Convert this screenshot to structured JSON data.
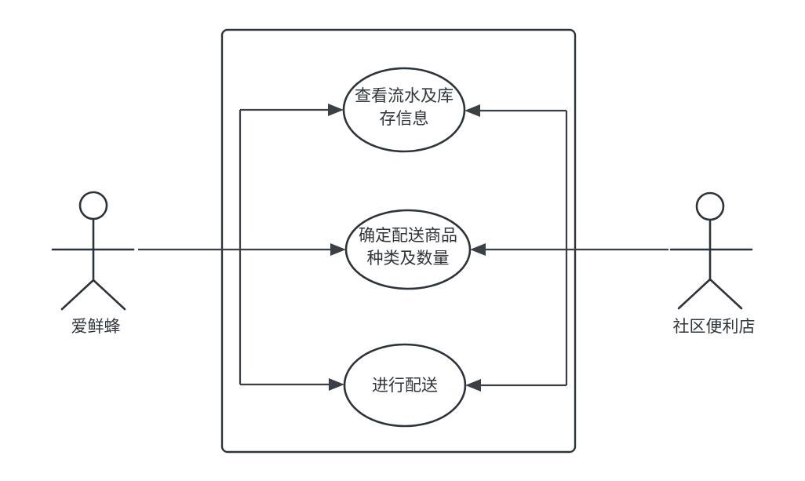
{
  "diagram": {
    "kind": "uml-use-case-diagram",
    "background_color": "#ffffff",
    "shape_stroke_color": "#2d333b",
    "connector_color": "#3a4045",
    "text_color": "#2f353b",
    "actors": {
      "left": {
        "label": "爱鲜蜂"
      },
      "right": {
        "label": "社区便利店"
      }
    },
    "system_boundary": {
      "label": ""
    },
    "use_cases": {
      "top": {
        "label": "查看流水及库存信息",
        "line1": "查看流水及库",
        "line2": "存信息"
      },
      "middle": {
        "label": "确定配送商品种类及数量",
        "line1": "确定配送商品",
        "line2": "种类及数量"
      },
      "bottom": {
        "label": "进行配送",
        "line1": "进行配送"
      }
    },
    "associations": [
      {
        "from": "爱鲜蜂",
        "to": "查看流水及库存信息",
        "arrow": "into-use-case"
      },
      {
        "from": "爱鲜蜂",
        "to": "确定配送商品种类及数量",
        "arrow": "into-use-case"
      },
      {
        "from": "爱鲜蜂",
        "to": "进行配送",
        "arrow": "into-use-case"
      },
      {
        "from": "社区便利店",
        "to": "查看流水及库存信息",
        "arrow": "into-use-case"
      },
      {
        "from": "社区便利店",
        "to": "确定配送商品种类及数量",
        "arrow": "into-use-case"
      },
      {
        "from": "社区便利店",
        "to": "进行配送",
        "arrow": "into-use-case"
      }
    ]
  }
}
